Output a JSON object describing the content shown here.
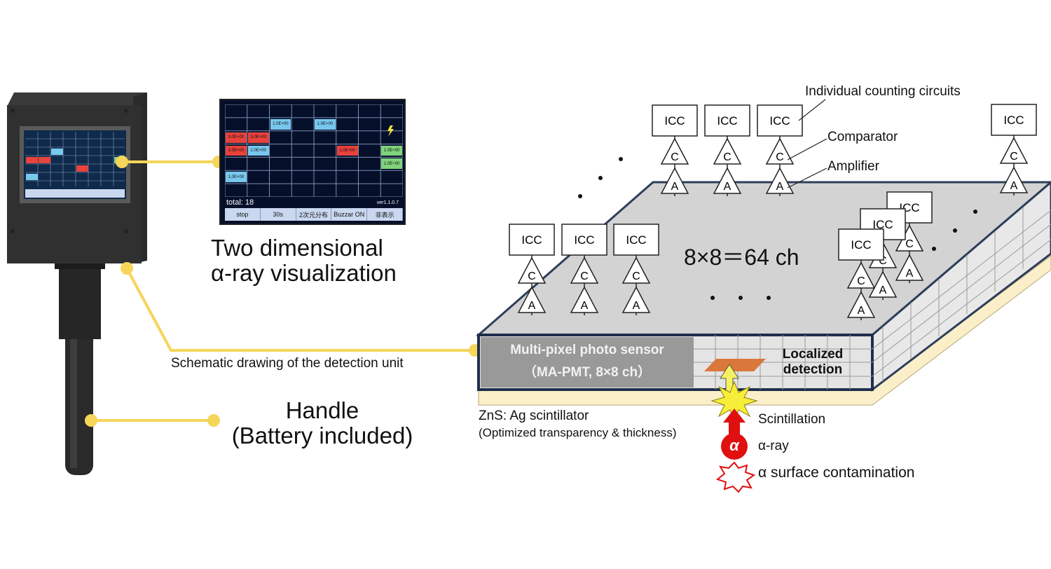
{
  "display": {
    "cells": [
      "1.0E+00",
      "1.0E+00",
      "3.0E+00",
      "3.0E+00",
      "3.0E+00",
      "1.0E+00",
      "1.0E+00",
      "1.0E+00",
      "1.0E+00",
      "1.0E+00"
    ],
    "total": "total: 18",
    "version": "ver1.1.0.7",
    "buttons": [
      "stop",
      "30s",
      "2次元分布",
      "Buzzar ON",
      "非表示"
    ]
  },
  "labels": {
    "viz_line1": "Two dimensional",
    "viz_line2": "α-ray visualization",
    "schematic": "Schematic drawing of the detection unit",
    "handle_line1": "Handle",
    "handle_line2": "(Battery included)",
    "icc_callout": "Individual counting circuits",
    "comparator": "Comparator",
    "amplifier": "Amplifier",
    "channels": "8×8＝64 ch",
    "sensor_line1": "Multi-pixel photo sensor",
    "sensor_line2": "（MA-PMT, 8×8 ch）",
    "localized_line1": "Localized",
    "localized_line2": "detection",
    "scint_line1": "ZnS: Ag scintillator",
    "scint_line2": "(Optimized transparency & thickness)",
    "scintillation": "Scintillation",
    "alpha_ray": "α-ray",
    "contamination": "α surface contamination",
    "alpha_symbol": "α"
  },
  "circuit": {
    "icc": "ICC",
    "comparator": "C",
    "amplifier": "A"
  },
  "colors": {
    "connector": "#f5d55a",
    "cell_red": "#e8423c",
    "cell_blue": "#78c8ee",
    "cell_green": "#80d37a",
    "alpha": "#e01010",
    "spark": "#f7ee3a"
  }
}
